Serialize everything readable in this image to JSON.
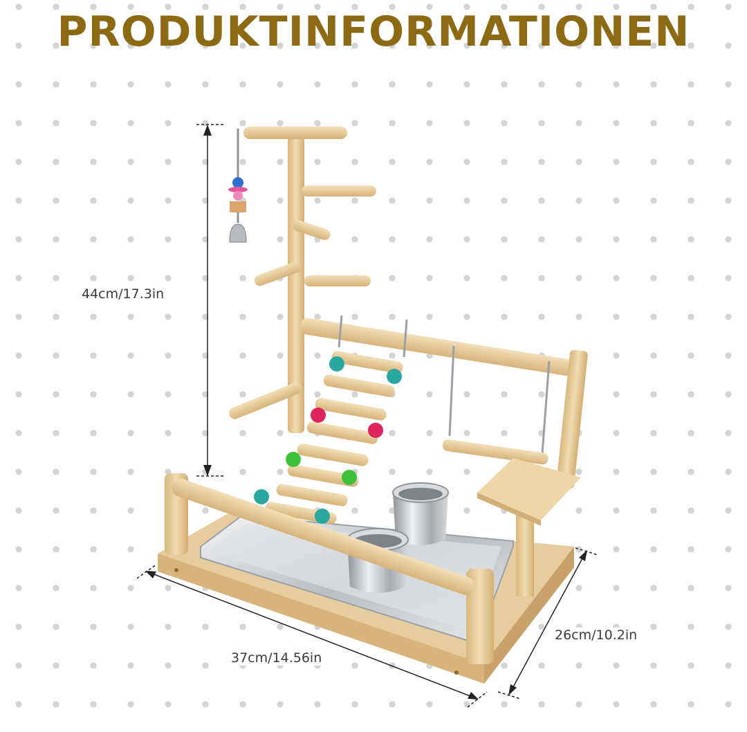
{
  "header": {
    "title": "PRODUKTINFORMATIONEN"
  },
  "dimensions": {
    "height_label": "44cm/17.3in",
    "width_label": "37cm/14.56in",
    "depth_label": "26cm/10.2in"
  },
  "colors": {
    "title": "#8b6a13",
    "wood": "#e8cfa0",
    "steel": "#c9cdd1"
  }
}
